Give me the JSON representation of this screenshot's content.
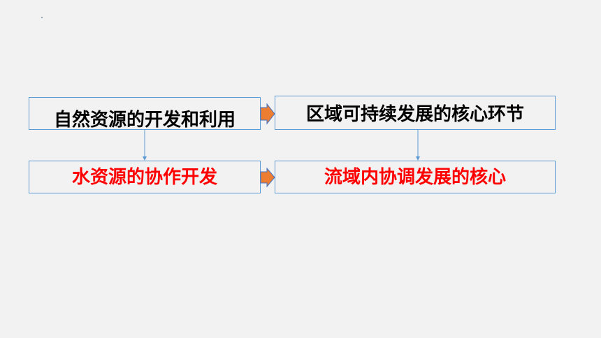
{
  "diagram": {
    "nodes": [
      {
        "id": "box-1",
        "label": "自然资源的开发和利用",
        "emphasis": false
      },
      {
        "id": "box-2",
        "label": "区域可持续发展的核心环节",
        "emphasis": false
      },
      {
        "id": "box-3",
        "label": "水资源的协作开发",
        "emphasis": true
      },
      {
        "id": "box-4",
        "label": "流域内协调发展的核心",
        "emphasis": true
      }
    ],
    "edges": [
      {
        "from": "box-1",
        "to": "box-2",
        "style": "block-arrow"
      },
      {
        "from": "box-3",
        "to": "box-4",
        "style": "block-arrow"
      },
      {
        "from": "box-1",
        "to": "box-3",
        "style": "line-arrow"
      },
      {
        "from": "box-2",
        "to": "box-4",
        "style": "line-arrow"
      }
    ],
    "colors": {
      "background": "#f2f2f2",
      "box_border": "#5b9bd5",
      "block_arrow_fill": "#ed7d31",
      "block_arrow_stroke": "#4472c4",
      "connector_line": "#5b9bd5",
      "text_normal": "#000000",
      "text_emphasis": "#ff0000"
    }
  }
}
